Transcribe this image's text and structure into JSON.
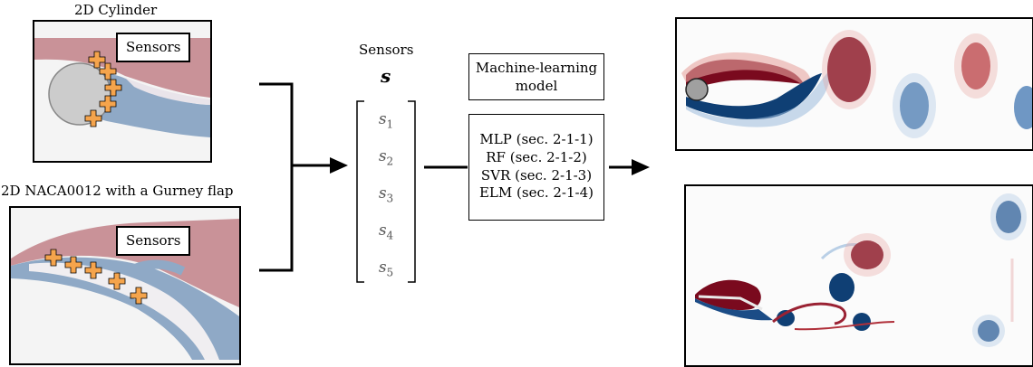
{
  "panels": {
    "cylinder": {
      "title": "2D Cylinder",
      "sensor_label": "Sensors"
    },
    "naca": {
      "title": "2D NACA0012 with a Gurney flap",
      "sensor_label": "Sensors"
    }
  },
  "vector": {
    "title": "Sensors",
    "symbol": "s",
    "entries": [
      {
        "base": "s",
        "sub": "1"
      },
      {
        "base": "s",
        "sub": "2"
      },
      {
        "base": "s",
        "sub": "3"
      },
      {
        "base": "s",
        "sub": "4"
      },
      {
        "base": "s",
        "sub": "5"
      }
    ]
  },
  "model": {
    "title_line1": "Machine-learning",
    "title_line2": "model",
    "methods": [
      "MLP (sec. 2-1-1)",
      "RF (sec. 2-1-2)",
      "SVR (sec. 2-1-3)",
      "ELM (sec. 2-1-4)"
    ]
  },
  "colors": {
    "sensor_marker": "#f5a44c",
    "vortex_red": "#7a0a1e",
    "vortex_blue": "#0f3f74",
    "mask_red": "#c99298",
    "mask_blue": "#8fa9c6"
  }
}
